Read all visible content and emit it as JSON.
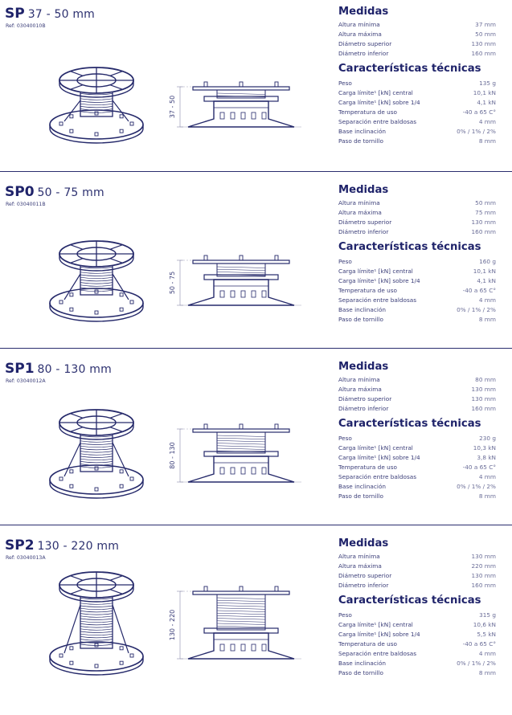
{
  "headings": {
    "measures": "Medidas",
    "technical": "Características técnicas"
  },
  "colors": {
    "navy": "#1f236a",
    "text": "#3a3d78",
    "value": "#6b6e98"
  },
  "products": [
    {
      "code": "SP",
      "range": "37 - 50 mm",
      "ref": "Ref: 03040010B",
      "dim_label": "37 - 50",
      "measures": [
        {
          "label": "Altura mínima",
          "value": "37 mm"
        },
        {
          "label": "Altura máxima",
          "value": "50 mm"
        },
        {
          "label": "Diámetro superior",
          "value": "130 mm"
        },
        {
          "label": "Diámetro inferior",
          "value": "160 mm"
        }
      ],
      "technical": [
        {
          "label": "Peso",
          "value": "135 g"
        },
        {
          "label": "Carga límite¹ [kN] central",
          "value": "10,1 kN"
        },
        {
          "label": "Carga límite¹ [kN] sobre 1/4",
          "value": "4,1 kN"
        },
        {
          "label": "Temperatura de uso",
          "value": "-40 a 65 C°"
        },
        {
          "label": "Separación entre baldosas",
          "value": "4 mm"
        },
        {
          "label": "Base inclinación",
          "value": "0% / 1% / 2%"
        },
        {
          "label": "Paso de tornillo",
          "value": "8 mm"
        }
      ]
    },
    {
      "code": "SP0",
      "range": "50 - 75 mm",
      "ref": "Ref: 03040011B",
      "dim_label": "50 - 75",
      "measures": [
        {
          "label": "Altura mínima",
          "value": "50 mm"
        },
        {
          "label": "Altura máxima",
          "value": "75 mm"
        },
        {
          "label": "Diámetro superior",
          "value": "130 mm"
        },
        {
          "label": "Diámetro inferior",
          "value": "160 mm"
        }
      ],
      "technical": [
        {
          "label": "Peso",
          "value": "160 g"
        },
        {
          "label": "Carga límite¹ [kN] central",
          "value": "10,1 kN"
        },
        {
          "label": "Carga límite¹ [kN] sobre 1/4",
          "value": "4,1 kN"
        },
        {
          "label": "Temperatura de uso",
          "value": "-40 a 65 C°"
        },
        {
          "label": "Separación entre baldosas",
          "value": "4 mm"
        },
        {
          "label": "Base inclinación",
          "value": "0% / 1% / 2%"
        },
        {
          "label": "Paso de tornillo",
          "value": "8 mm"
        }
      ]
    },
    {
      "code": "SP1",
      "range": "80 - 130 mm",
      "ref": "Ref: 03040012A",
      "dim_label": "80 - 130",
      "measures": [
        {
          "label": "Altura mínima",
          "value": "80 mm"
        },
        {
          "label": "Altura máxima",
          "value": "130 mm"
        },
        {
          "label": "Diámetro superior",
          "value": "130 mm"
        },
        {
          "label": "Diámetro inferior",
          "value": "160 mm"
        }
      ],
      "technical": [
        {
          "label": "Peso",
          "value": "230 g"
        },
        {
          "label": "Carga límite¹ [kN] central",
          "value": "10,3 kN"
        },
        {
          "label": "Carga límite¹ [kN] sobre 1/4",
          "value": "3,8 kN"
        },
        {
          "label": "Temperatura de uso",
          "value": "-40 a 65 C°"
        },
        {
          "label": "Separación entre baldosas",
          "value": "4 mm"
        },
        {
          "label": "Base inclinación",
          "value": "0% / 1% / 2%"
        },
        {
          "label": "Paso de tornillo",
          "value": "8 mm"
        }
      ]
    },
    {
      "code": "SP2",
      "range": "130 - 220 mm",
      "ref": "Ref: 03040013A",
      "dim_label": "130 - 220",
      "measures": [
        {
          "label": "Altura mínima",
          "value": "130 mm"
        },
        {
          "label": "Altura máxima",
          "value": "220 mm"
        },
        {
          "label": "Diámetro superior",
          "value": "130 mm"
        },
        {
          "label": "Diámetro inferior",
          "value": "160 mm"
        }
      ],
      "technical": [
        {
          "label": "Peso",
          "value": "315 g"
        },
        {
          "label": "Carga límite¹ [kN] central",
          "value": "10,6 kN"
        },
        {
          "label": "Carga límite¹ [kN] sobre 1/4",
          "value": "5,5 kN"
        },
        {
          "label": "Temperatura de uso",
          "value": "-40 a 65 C°"
        },
        {
          "label": "Separación entre baldosas",
          "value": "4 mm"
        },
        {
          "label": "Base inclinación",
          "value": "0% / 1% / 2%"
        },
        {
          "label": "Paso de tornillo",
          "value": "8 mm"
        }
      ]
    }
  ]
}
